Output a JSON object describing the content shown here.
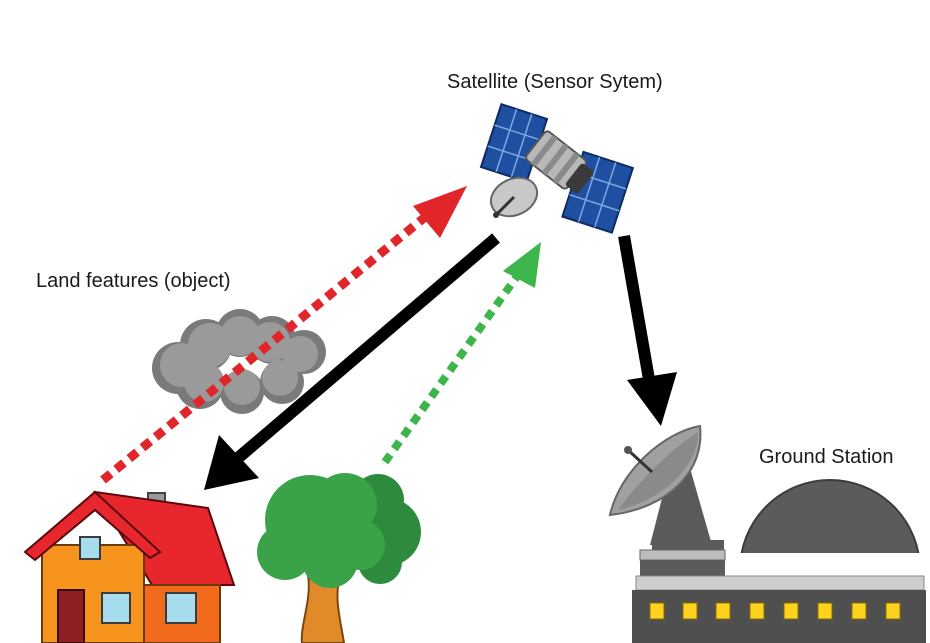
{
  "labels": {
    "satellite": "Satellite (Sensor Sytem)",
    "land_features": "Land features (object)",
    "ground_station": "Ground Station"
  },
  "colors": {
    "incident_arrow": "#e0262b",
    "reflected_arrow": "#3cb54a",
    "transmission_arrow": "#000000",
    "solar_panel": "#1f4fa0",
    "cloud": "#8e8e8e",
    "roof": "#e8262e",
    "house_wall": "#f7941d",
    "tree_canopy": "#3aa34a",
    "tree_trunk": "#e08a2a",
    "station_body": "#5b5b5b",
    "station_window": "#ffd21f"
  },
  "icons": [
    "satellite-icon",
    "cloud-icon",
    "house-icon",
    "tree-icon",
    "dish-antenna-icon",
    "ground-station-icon"
  ]
}
